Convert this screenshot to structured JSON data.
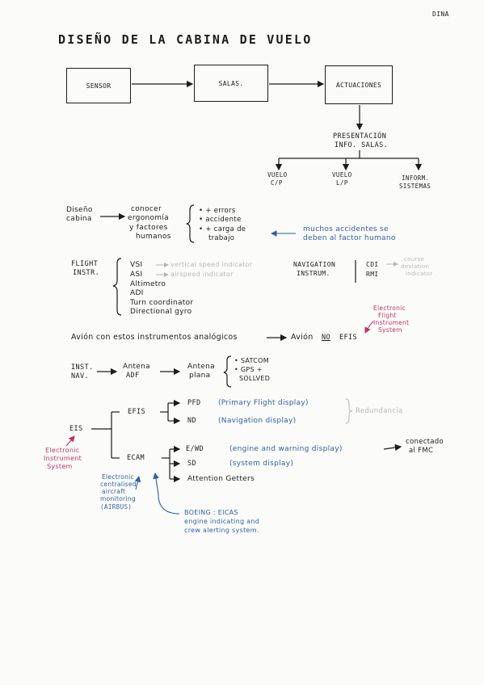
{
  "header": {
    "author": "DINA",
    "title": "DISEÑO DE LA CABINA DE VUELO"
  },
  "flow": {
    "sensor": "SENSOR",
    "salas": "SALAS.",
    "actuaciones": "ACTUACIONES",
    "presentacion_line1": "PRESENTACIÓN",
    "presentacion_line2": "INFO. SALAS.",
    "vuelo_cp_1": "VUELO",
    "vuelo_cp_2": "C/P",
    "vuelo_lp_1": "VUELO",
    "vuelo_lp_2": "L/P",
    "inform_1": "INFORM.",
    "inform_2": "SISTEMAS"
  },
  "diseno": {
    "label_1": "Diseño",
    "label_2": "cabina",
    "mid_1": "conocer",
    "mid_2": "ergonomía",
    "mid_3": "y factores",
    "mid_4": "humanos",
    "right_1": "• + errors",
    "right_2": "• accidente",
    "right_3": "• + carga de",
    "right_4": "trabajo",
    "note_1": "muchos accidentes se",
    "note_2": "deben al factor humano"
  },
  "flight": {
    "label_1": "FLIGHT",
    "label_2": "INSTR.",
    "items": [
      "VSI",
      "ASI",
      "Altimetro",
      "ADI",
      "Turn coordinator",
      "Directional gyro"
    ],
    "vsi_note": "vertical speed indicator",
    "asi_note": "airspeed indicator",
    "nav_1": "NAVIGATION",
    "nav_2": "INSTRUM.",
    "cdi": "CDI",
    "rmi": "RMI",
    "cdi_note_1": "course",
    "cdi_note_2": "deviation",
    "cdi_note_3": "indicator"
  },
  "efis_note": {
    "line_1": "Electronic",
    "line_2": "Flight",
    "line_3": "Instrument",
    "line_4": "System"
  },
  "avion": {
    "left": "Avión con estos instrumentos analógicos",
    "right_prefix": "Avión",
    "right_no": "NO",
    "right_suffix": "EFIS"
  },
  "instnav": {
    "label_1": "INST.",
    "label_2": "NAV.",
    "mid_1": "Antena",
    "mid_2": "ADF",
    "right_1": "Antena",
    "right_2": "plana",
    "items": [
      "• SATCOM",
      "• GPS +",
      "SOLLVED"
    ]
  },
  "eis": {
    "label": "EIS",
    "efis": "EFIS",
    "ecam": "ECAM",
    "pfd": "PFD",
    "pfd_desc": "(Primary Flight display)",
    "nd": "ND",
    "nd_desc": "(Navigation display)",
    "redundancia": "Redundancia",
    "ewd": "E/WD",
    "ewd_desc": "(engine and warning display)",
    "sd": "SD",
    "sd_desc": "(system display)",
    "attention": "Attention Getters",
    "conectado_1": "conectado",
    "conectado_2": "al FMC",
    "eis_note_1": "Electronic",
    "eis_note_2": "Instrument",
    "eis_note_3": "System",
    "ecam_note_1": "Electronic",
    "ecam_note_2": "centralised",
    "ecam_note_3": "aircraft",
    "ecam_note_4": "monitoring",
    "ecam_note_5": "(AIRBUS)",
    "boeing_1": "BOEING : EICAS",
    "boeing_2": "engine indicating and",
    "boeing_3": "crew alerting system."
  }
}
